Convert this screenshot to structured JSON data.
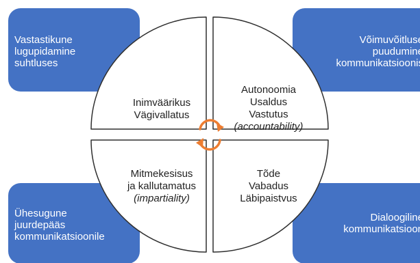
{
  "boxes": {
    "top_left": [
      "Vastastikune",
      "lugupidamine",
      "suhtluses"
    ],
    "top_right": [
      "Võimuvõitluse",
      "puudumine",
      "kommunikatsioonis"
    ],
    "bottom_left": [
      "Ühesugune",
      "juurdepääs",
      "kommunikatsioonile"
    ],
    "bottom_right": [
      "Dialoogiline",
      "kommunikatsioon"
    ]
  },
  "quadrants": {
    "top_left": [
      "Inimväärikus",
      "Vägivallatus"
    ],
    "top_right": [
      "Autonoomia",
      "Usaldus",
      "Vastutus",
      "(accountability)"
    ],
    "bottom_left": [
      "Mitmekesisus",
      "ja kallutamatus",
      "(impartiality)"
    ],
    "bottom_right": [
      "Tõde",
      "Vabadus",
      "Läbipaistvus"
    ]
  },
  "colors": {
    "box_fill": "#4472c4",
    "circle_stroke": "#2f2f2f",
    "arrow": "#ed7d31"
  },
  "icons": [
    "cycle-arrows-icon"
  ]
}
